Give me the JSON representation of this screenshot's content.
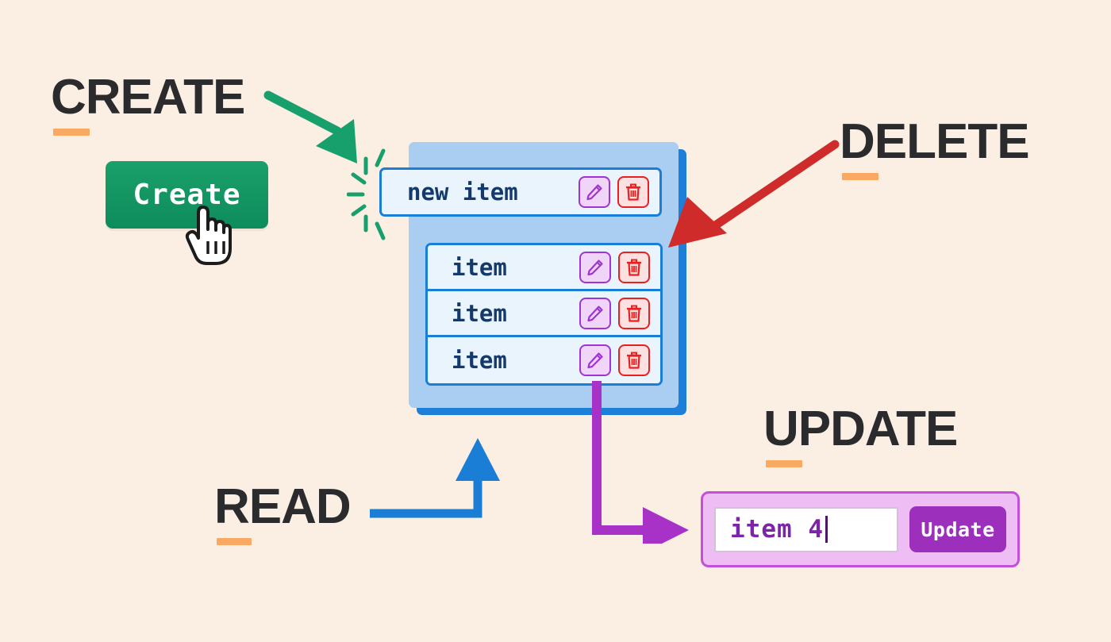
{
  "background_color": "#fbeee3",
  "labels": {
    "create": "CREATE",
    "delete": "DELETE",
    "update": "UPDATE",
    "read": "READ",
    "underline_color": "#f9a961",
    "text_color": "#2b2b2e"
  },
  "create_section": {
    "button_label": "Create",
    "button_color": "#13945f",
    "arrow_color": "#17a06c",
    "sparkle_color": "#17a06c",
    "cursor": "pointing-hand"
  },
  "list": {
    "container_color": "#aacef1",
    "shadow_color": "#1d7fd7",
    "border_color": "#1b7ed6",
    "row_background": "#eaf4fd",
    "text_color": "#143a6b",
    "new_item": {
      "text": "new item",
      "edit_icon": "pencil-icon",
      "delete_icon": "trash-icon"
    },
    "items": [
      {
        "text": "item",
        "edit_icon": "pencil-icon",
        "delete_icon": "trash-icon"
      },
      {
        "text": "item",
        "edit_icon": "pencil-icon",
        "delete_icon": "trash-icon"
      },
      {
        "text": "item",
        "edit_icon": "pencil-icon",
        "delete_icon": "trash-icon"
      }
    ],
    "edit_button_color": "#a033d6",
    "edit_button_fill": "#f1d5f8",
    "delete_button_color": "#e82020",
    "delete_button_fill": "#fde0e0"
  },
  "delete_section": {
    "arrow_color": "#cf2b2b"
  },
  "read_section": {
    "arrow_color": "#1b7ed6"
  },
  "update_section": {
    "panel_color": "#edbdf3",
    "panel_border": "#c44fd8",
    "arrow_color": "#a832c8",
    "input_value": "item 4",
    "input_placeholder": "item 4",
    "button_label": "Update",
    "button_color": "#9c30bd"
  }
}
